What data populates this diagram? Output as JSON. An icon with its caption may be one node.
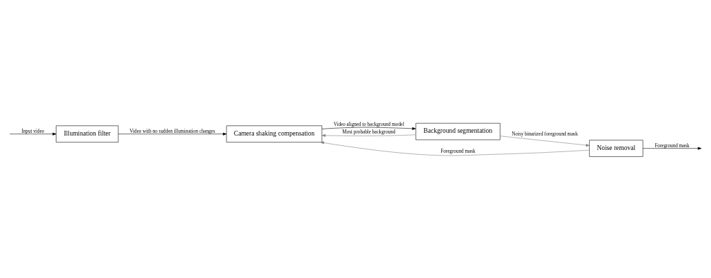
{
  "diagram": {
    "nodes": [
      {
        "text": [
          "Illumination filter"
        ]
      },
      {
        "text": [
          "Camera shaking compensation"
        ]
      },
      {
        "text": [
          "Background segmentation"
        ]
      },
      {
        "text": [
          "Noise removal"
        ]
      }
    ],
    "edges": [
      {
        "from": null,
        "to": 0,
        "arrow": "to",
        "label": "Input video"
      },
      {
        "from": 0,
        "to": 1,
        "arrow": "to",
        "label": "Video with no sudden illumination changes"
      },
      {
        "from": 1,
        "to": 2,
        "arrow": "to",
        "label": "Video aligned to background model"
      },
      {
        "from": 2,
        "to": 1,
        "arrow": "to",
        "label": "Most probable background",
        "color": "#808080"
      },
      {
        "from": 2,
        "to": 3,
        "arrow": "to",
        "label": "Noisy binarized foreground mask",
        "color": "#808080"
      },
      {
        "from": 3,
        "to": 1,
        "arrow": "to",
        "label": "Foreground mask",
        "color": "#808080"
      },
      {
        "from": 3,
        "to": null,
        "arrow": "to",
        "label": "Foreground mask"
      }
    ]
  }
}
